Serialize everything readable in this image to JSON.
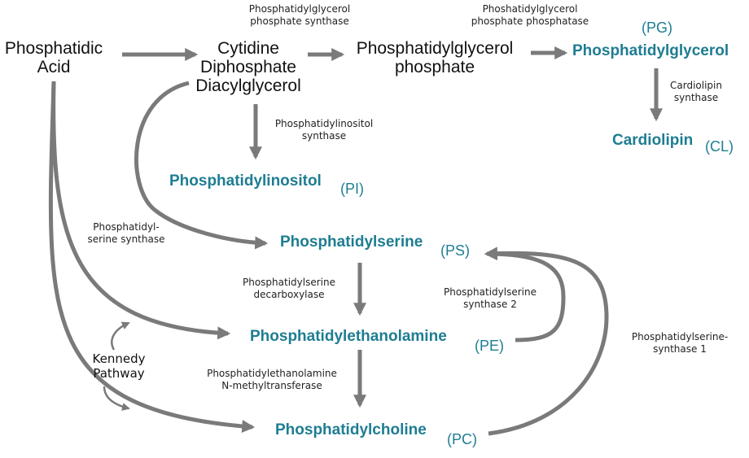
{
  "nodes": {
    "phosphatidic_acid": [
      "Phosphatidic",
      "Acid"
    ],
    "cdp_dag": [
      "Cytidine",
      "Diphosphate",
      "Diacylglycerol"
    ],
    "pg_phosphate": [
      "Phosphatidylglycerol",
      "phosphate"
    ]
  },
  "products": {
    "pg": {
      "name": "Phosphatidylglycerol",
      "abbr": "(PG)"
    },
    "cl": {
      "name": "Cardiolipin",
      "abbr": "(CL)"
    },
    "pi": {
      "name": "Phosphatidylinositol",
      "abbr": "(PI)"
    },
    "ps": {
      "name": "Phosphatidylserine",
      "abbr": "(PS)"
    },
    "pe": {
      "name": "Phosphatidylethanolamine",
      "abbr": "(PE)"
    },
    "pc": {
      "name": "Phosphatidylcholine",
      "abbr": "(PC)"
    }
  },
  "enzymes": {
    "pgp_synthase": [
      "Phosphatidylglycerol",
      "phosphate synthase"
    ],
    "pgp_phosphatase": [
      "Phoshatidylglycerol",
      "phosphate phosphatase"
    ],
    "cl_synthase": [
      "Cardiolipin",
      "synthase"
    ],
    "pi_synthase": [
      "Phosphatidylinositol",
      "synthase"
    ],
    "ps_synthase": [
      "Phosphatidyl-",
      "serine synthase"
    ],
    "ps_decarboxylase": [
      "Phosphatidylserine",
      "decarboxylase"
    ],
    "ps_synthase_2": [
      "Phosphatidylserine",
      "synthase 2"
    ],
    "pe_methyltransferase": [
      "Phosphatidylethanolamine",
      "N-methyltransferase"
    ],
    "ps_synthase_1": [
      "Phosphatidylserine-",
      "synthase 1"
    ]
  },
  "kennedy": [
    "Kennedy",
    "Pathway"
  ],
  "colors": {
    "arrow": "#7a7a7a",
    "product": "#1e7d92",
    "text": "#111111"
  }
}
